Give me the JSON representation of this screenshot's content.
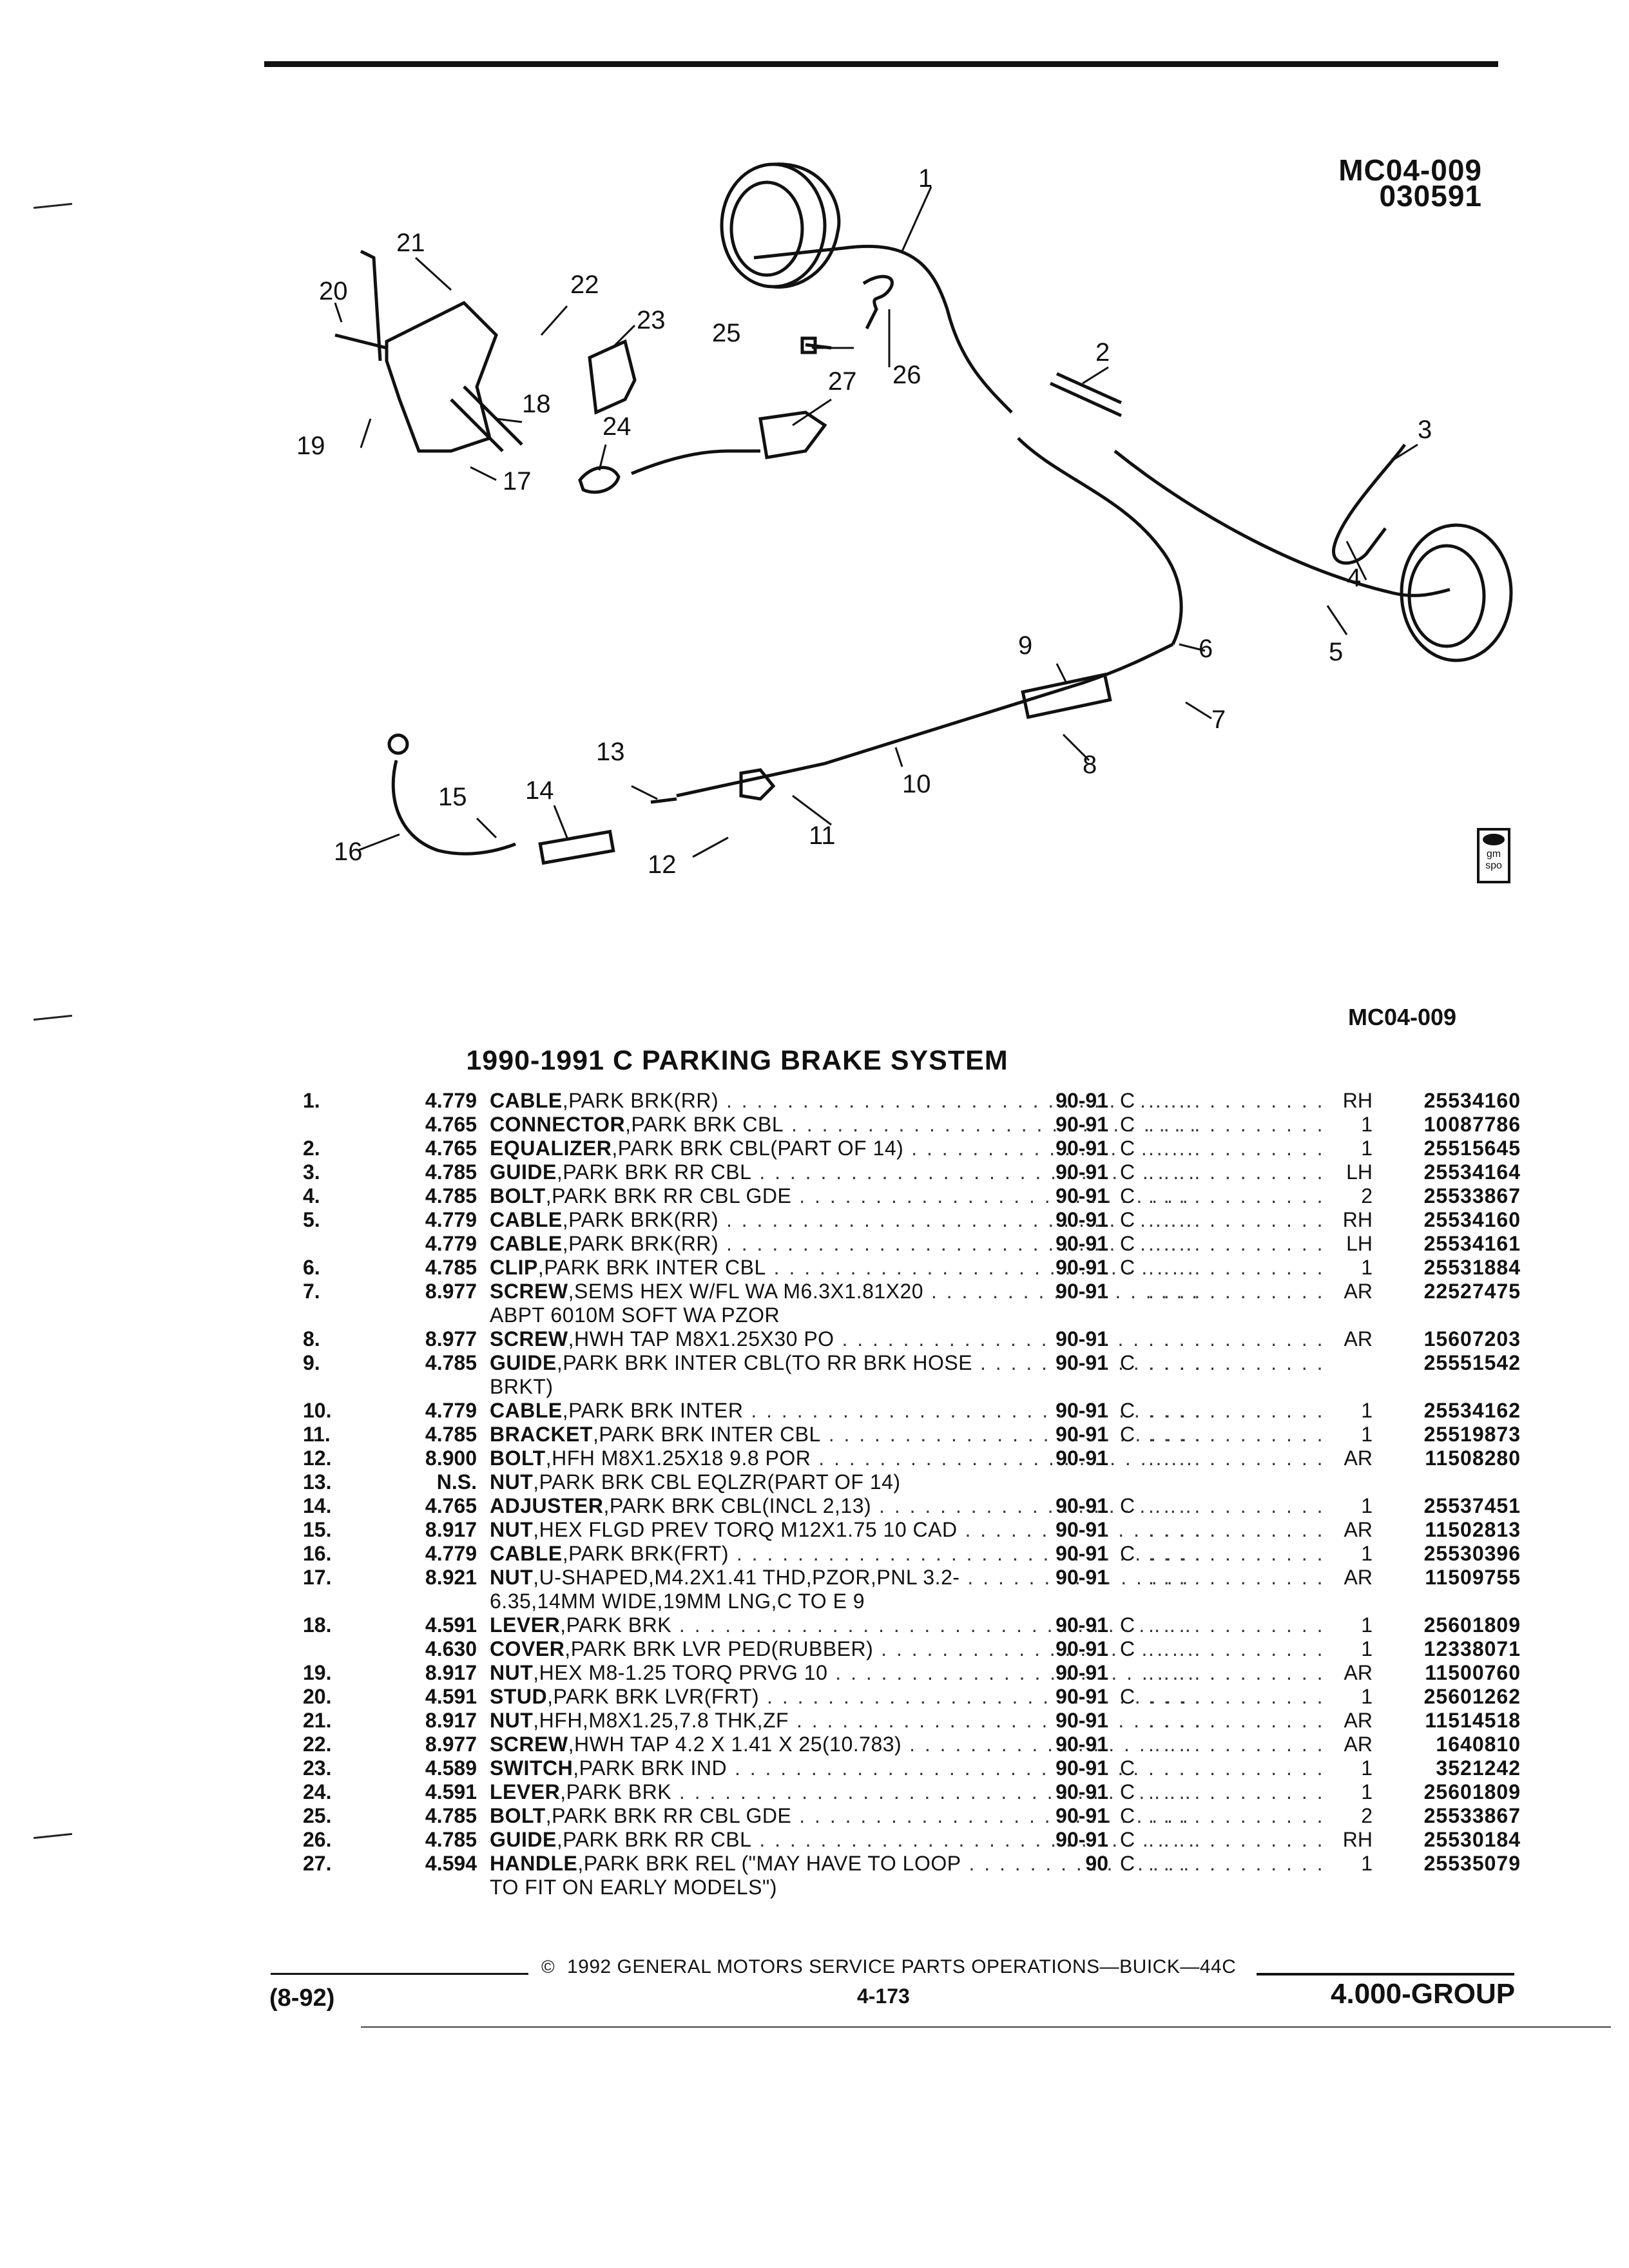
{
  "figure": {
    "code": "MC04-009",
    "date": "030591",
    "ref": "MC04-009",
    "callouts": [
      "1",
      "2",
      "3",
      "4",
      "5",
      "6",
      "7",
      "8",
      "9",
      "10",
      "11",
      "12",
      "13",
      "14",
      "15",
      "16",
      "17",
      "18",
      "19",
      "20",
      "21",
      "22",
      "23",
      "24",
      "25",
      "26",
      "27"
    ],
    "logo": [
      "gm",
      "spo"
    ]
  },
  "title": "1990-1991 C PARKING BRAKE SYSTEM",
  "parts": [
    {
      "num": "1.",
      "group": "4.779",
      "desc": "CABLE",
      "detail": ",PARK BRK(RR)",
      "years": "90-91",
      "model": "C",
      "qty": "RH",
      "part": "25534160"
    },
    {
      "num": "",
      "group": "4.765",
      "desc": "CONNECTOR",
      "detail": ",PARK BRK CBL",
      "years": "90-91",
      "model": "C",
      "qty": "1",
      "part": "10087786"
    },
    {
      "num": "2.",
      "group": "4.765",
      "desc": "EQUALIZER",
      "detail": ",PARK BRK CBL(PART OF 14)",
      "years": "90-91",
      "model": "C",
      "qty": "1",
      "part": "25515645"
    },
    {
      "num": "3.",
      "group": "4.785",
      "desc": "GUIDE",
      "detail": ",PARK BRK RR CBL",
      "years": "90-91",
      "model": "C",
      "qty": "LH",
      "part": "25534164"
    },
    {
      "num": "4.",
      "group": "4.785",
      "desc": "BOLT",
      "detail": ",PARK BRK RR CBL GDE",
      "years": "90-91",
      "model": "C",
      "qty": "2",
      "part": "25533867"
    },
    {
      "num": "5.",
      "group": "4.779",
      "desc": "CABLE",
      "detail": ",PARK BRK(RR)",
      "years": "90-91",
      "model": "C",
      "qty": "RH",
      "part": "25534160"
    },
    {
      "num": "",
      "group": "4.779",
      "desc": "CABLE",
      "detail": ",PARK BRK(RR)",
      "years": "90-91",
      "model": "C",
      "qty": "LH",
      "part": "25534161"
    },
    {
      "num": "6.",
      "group": "4.785",
      "desc": "CLIP",
      "detail": ",PARK BRK INTER CBL",
      "years": "90-91",
      "model": "C",
      "qty": "1",
      "part": "25531884"
    },
    {
      "num": "7.",
      "group": "8.977",
      "desc": "SCREW",
      "detail": ",SEMS HEX W/FL WA M6.3X1.81X20",
      "years": "90-91",
      "model": "",
      "qty": "AR",
      "part": "22527475"
    },
    {
      "num": "",
      "group": "",
      "desc": "",
      "detail": "ABPT 6010M SOFT WA PZOR",
      "years": "",
      "model": "",
      "qty": "",
      "part": ""
    },
    {
      "num": "8.",
      "group": "8.977",
      "desc": "SCREW",
      "detail": ",HWH TAP M8X1.25X30 PO",
      "years": "90-91",
      "model": "",
      "qty": "AR",
      "part": "15607203"
    },
    {
      "num": "9.",
      "group": "4.785",
      "desc": "GUIDE",
      "detail": ",PARK BRK INTER CBL(TO RR BRK HOSE",
      "years": "90-91",
      "model": "C",
      "qty": "",
      "part": "25551542"
    },
    {
      "num": "",
      "group": "",
      "desc": "",
      "detail": "BRKT)",
      "years": "",
      "model": "",
      "qty": "",
      "part": ""
    },
    {
      "num": "10.",
      "group": "4.779",
      "desc": "CABLE",
      "detail": ",PARK BRK INTER",
      "years": "90-91",
      "model": "C",
      "qty": "1",
      "part": "25534162"
    },
    {
      "num": "11.",
      "group": "4.785",
      "desc": "BRACKET",
      "detail": ",PARK BRK INTER CBL",
      "years": "90-91",
      "model": "C",
      "qty": "1",
      "part": "25519873"
    },
    {
      "num": "12.",
      "group": "8.900",
      "desc": "BOLT",
      "detail": ",HFH M8X1.25X18 9.8 POR",
      "years": "90-91",
      "model": "",
      "qty": "AR",
      "part": "11508280"
    },
    {
      "num": "13.",
      "group": "N.S.",
      "desc": "NUT",
      "detail": ",PARK BRK CBL EQLZR(PART OF 14)",
      "years": "",
      "model": "",
      "qty": "",
      "part": ""
    },
    {
      "num": "14.",
      "group": "4.765",
      "desc": "ADJUSTER",
      "detail": ",PARK BRK CBL(INCL 2,13)",
      "years": "90-91",
      "model": "C",
      "qty": "1",
      "part": "25537451"
    },
    {
      "num": "15.",
      "group": "8.917",
      "desc": "NUT",
      "detail": ",HEX FLGD PREV TORQ M12X1.75 10 CAD",
      "years": "90-91",
      "model": "",
      "qty": "AR",
      "part": "11502813"
    },
    {
      "num": "16.",
      "group": "4.779",
      "desc": "CABLE",
      "detail": ",PARK BRK(FRT)",
      "years": "90-91",
      "model": "C",
      "qty": "1",
      "part": "25530396"
    },
    {
      "num": "17.",
      "group": "8.921",
      "desc": "NUT",
      "detail": ",U-SHAPED,M4.2X1.41 THD,PZOR,PNL 3.2-",
      "years": "90-91",
      "model": "",
      "qty": "AR",
      "part": "11509755"
    },
    {
      "num": "",
      "group": "",
      "desc": "",
      "detail": "6.35,14MM WIDE,19MM LNG,C TO E 9",
      "years": "",
      "model": "",
      "qty": "",
      "part": ""
    },
    {
      "num": "18.",
      "group": "4.591",
      "desc": "LEVER",
      "detail": ",PARK BRK",
      "years": "90-91",
      "model": "C",
      "qty": "1",
      "part": "25601809"
    },
    {
      "num": "",
      "group": "4.630",
      "desc": "COVER",
      "detail": ",PARK BRK LVR PED(RUBBER)",
      "years": "90-91",
      "model": "C",
      "qty": "1",
      "part": "12338071"
    },
    {
      "num": "19.",
      "group": "8.917",
      "desc": "NUT",
      "detail": ",HEX M8-1.25 TORQ PRVG 10",
      "years": "90-91",
      "model": "",
      "qty": "AR",
      "part": "11500760"
    },
    {
      "num": "20.",
      "group": "4.591",
      "desc": "STUD",
      "detail": ",PARK BRK LVR(FRT)",
      "years": "90-91",
      "model": "C",
      "qty": "1",
      "part": "25601262"
    },
    {
      "num": "21.",
      "group": "8.917",
      "desc": "NUT",
      "detail": ",HFH,M8X1.25,7.8 THK,ZF",
      "years": "90-91",
      "model": "",
      "qty": "AR",
      "part": "11514518"
    },
    {
      "num": "22.",
      "group": "8.977",
      "desc": "SCREW",
      "detail": ",HWH TAP 4.2 X 1.41 X 25(10.783)",
      "years": "90-91",
      "model": "",
      "qty": "AR",
      "part": "1640810"
    },
    {
      "num": "23.",
      "group": "4.589",
      "desc": "SWITCH",
      "detail": ",PARK BRK IND",
      "years": "90-91",
      "model": "C",
      "qty": "1",
      "part": "3521242"
    },
    {
      "num": "24.",
      "group": "4.591",
      "desc": "LEVER",
      "detail": ",PARK BRK",
      "years": "90-91",
      "model": "C",
      "qty": "1",
      "part": "25601809"
    },
    {
      "num": "25.",
      "group": "4.785",
      "desc": "BOLT",
      "detail": ",PARK BRK RR CBL GDE",
      "years": "90-91",
      "model": "C",
      "qty": "2",
      "part": "25533867"
    },
    {
      "num": "26.",
      "group": "4.785",
      "desc": "GUIDE",
      "detail": ",PARK BRK RR CBL",
      "years": "90-91",
      "model": "C",
      "qty": "RH",
      "part": "25530184"
    },
    {
      "num": "27.",
      "group": "4.594",
      "desc": "HANDLE",
      "detail": ",PARK BRK REL (\"MAY HAVE TO LOOP",
      "years": "90",
      "model": "C",
      "qty": "1",
      "part": "25535079"
    },
    {
      "num": "",
      "group": "",
      "desc": "",
      "detail": "TO FIT ON EARLY MODELS\")",
      "years": "",
      "model": "",
      "qty": "",
      "part": ""
    }
  ],
  "footer": {
    "copyright_symbol": "©",
    "copyright": "1992 GENERAL MOTORS SERVICE PARTS OPERATIONS—BUICK—44C",
    "date_code": "(8-92)",
    "page": "4-173",
    "group": "4.000-GROUP"
  }
}
